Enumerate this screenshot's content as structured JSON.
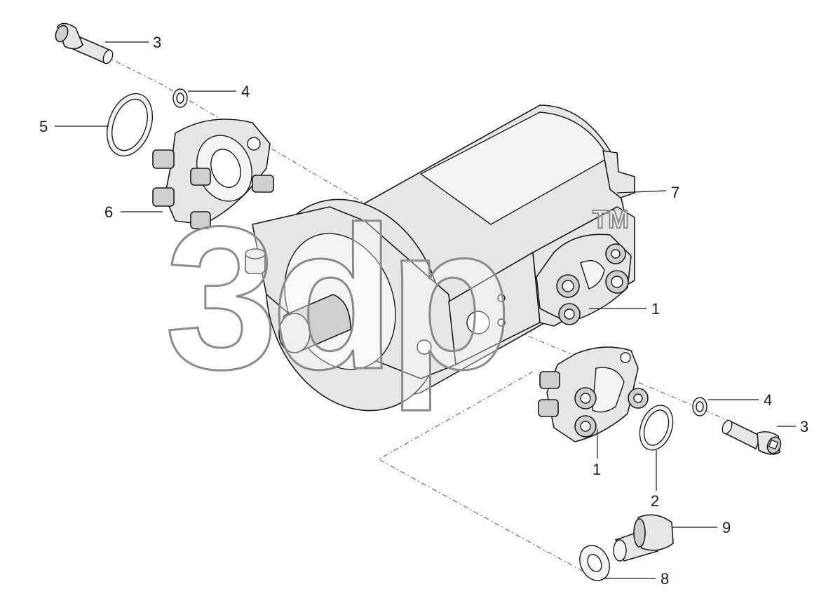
{
  "watermark": {
    "text": "3dp",
    "mark": "TM"
  },
  "callouts": [
    {
      "id": "c3a",
      "label": "3"
    },
    {
      "id": "c4a",
      "label": "4"
    },
    {
      "id": "c5",
      "label": "5"
    },
    {
      "id": "c6",
      "label": "6"
    },
    {
      "id": "c7",
      "label": "7"
    },
    {
      "id": "c1a",
      "label": "1"
    },
    {
      "id": "c4b",
      "label": "4"
    },
    {
      "id": "c3b",
      "label": "3"
    },
    {
      "id": "c1b",
      "label": "1"
    },
    {
      "id": "c2",
      "label": "2"
    },
    {
      "id": "c9",
      "label": "9"
    },
    {
      "id": "c8",
      "label": "8"
    }
  ]
}
